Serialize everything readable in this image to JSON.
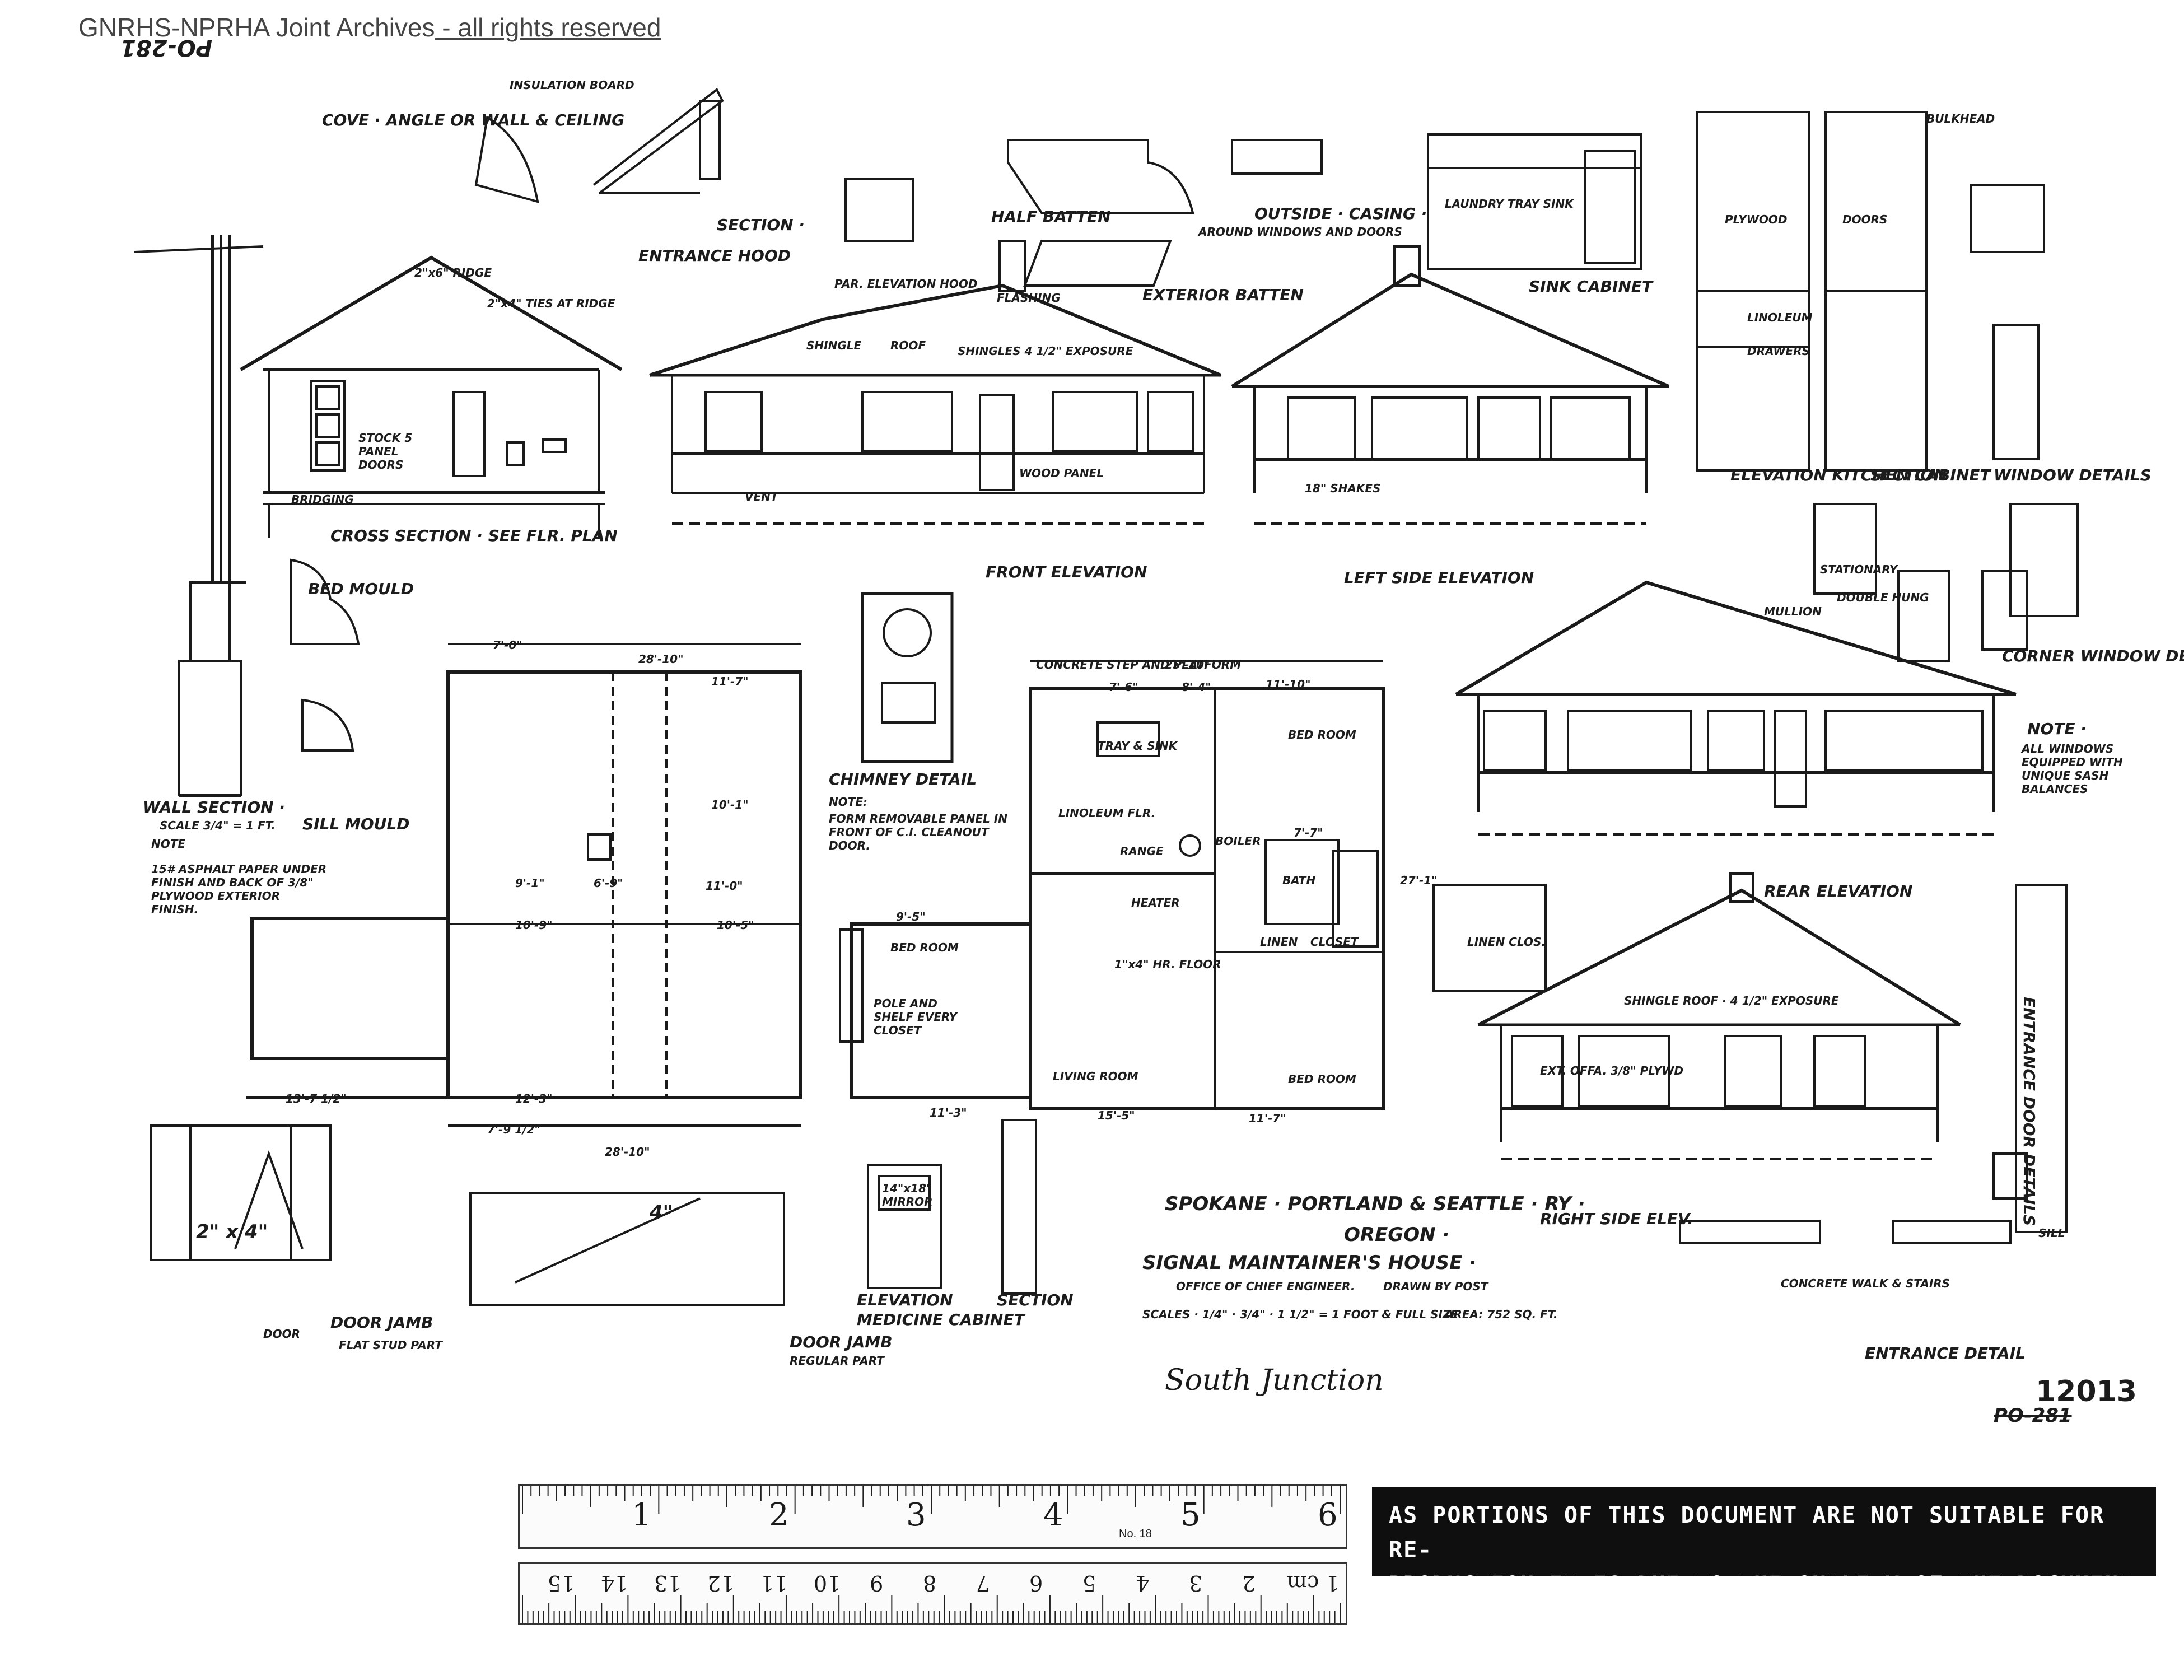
{
  "watermark": {
    "org": "GNRHS-NPRHA Joint Archives",
    "rights": " - all rights reserved"
  },
  "corner_ref": "PO-281",
  "title_block": {
    "railway": "SPOKANE · PORTLAND & SEATTLE · RY ·",
    "place": "OREGON ·",
    "building": "SIGNAL MAINTAINER'S HOUSE ·",
    "office": "OFFICE OF CHIEF ENGINEER.",
    "drawn": "DRAWN BY POST",
    "scales": "SCALES · 1/4\" · 3/4\" · 1 1/2\" = 1 FOOT & FULL SIZE",
    "area": "AREA: 752 SQ. FT."
  },
  "location_handwritten": "South Junction",
  "drawing_number": "12013",
  "old_number": "PO-281",
  "stamp_text": [
    "AS PORTIONS OF THIS DOCUMENT ARE NOT SUITABLE FOR RE-",
    "PRODUCTION IT IS DUE TO THE QUALITY OF THE DOCUMENT"
  ],
  "ruler": {
    "inch_labels": [
      "1",
      "2",
      "3",
      "4",
      "5",
      "6"
    ],
    "cm_labels": [
      "1 cm",
      "2",
      "3",
      "4",
      "5",
      "6",
      "7",
      "8",
      "9",
      "10",
      "11",
      "12",
      "13",
      "14",
      "15"
    ],
    "model": "No. 18"
  },
  "views": {
    "cross_section": "CROSS SECTION · SEE FLR. PLAN",
    "front_elevation": "FRONT ELEVATION",
    "left_side_elevation": "LEFT SIDE ELEVATION",
    "rear_elevation": "REAR ELEVATION",
    "right_side_elevation": "RIGHT SIDE ELEV.",
    "entrance_hood": "ENTRANCE HOOD",
    "section": "SECTION ·",
    "half_batten": "HALF BATTEN",
    "exterior_batten": "EXTERIOR BATTEN",
    "outside_casing": "OUTSIDE · CASING ·",
    "outside_casing_note": "AROUND WINDOWS AND DOORS",
    "par_elevation_hood": "PAR. ELEVATION HOOD",
    "sink_cabinet": "SINK CABINET",
    "laundry_tray": "LAUNDRY TRAY  SINK",
    "elevation_kitchen_cabinet": "ELEVATION KITCHEN CABINET",
    "section_cab": "SECTION",
    "window_details": "WINDOW DETAILS",
    "corner_window_details": "CORNER WINDOW DETAILS",
    "cove": "COVE · ANGLE OR WALL & CEILING",
    "bed_mould": "BED MOULD",
    "sill_mould": "SILL MOULD",
    "wall_section": "WALL SECTION ·",
    "wall_section_scale": "SCALE 3/4\" = 1 FT.",
    "chimney_detail": "CHIMNEY DETAIL",
    "door_jamb_flat": "DOOR JAMB",
    "door_jamb_flat_sub": "FLAT STUD PART",
    "door_jamb_reg": "DOOR JAMB",
    "door_jamb_reg_sub": "REGULAR PART",
    "elevation_medicine": "ELEVATION",
    "medicine_cabinet": "MEDICINE CABINET",
    "section_med": "SECTION",
    "entrance_door_details": "ENTRANCE DOOR DETAILS",
    "entrance_detail": "ENTRANCE DETAIL",
    "concrete_walk": "CONCRETE WALK & STAIRS"
  },
  "notes": {
    "wall_note_title": "NOTE",
    "wall_note": "15# ASPHALT PAPER UNDER FINISH AND BACK OF 3/8\" PLYWOOD EXTERIOR FINISH.",
    "chimney_note_title": "NOTE:",
    "chimney_note": "FORM REMOVABLE PANEL IN FRONT OF C.I. CLEANOUT DOOR.",
    "windows_note_title": "NOTE ·",
    "windows_note": "ALL WINDOWS EQUIPPED WITH UNIQUE SASH BALANCES"
  },
  "rooms": [
    "BED ROOM",
    "BED ROOM",
    "BED ROOM",
    "LIVING ROOM",
    "LINEN",
    "CLOSET",
    "BATH",
    "LINOLEUM FLR.",
    "TRAY & SINK",
    "RANGE",
    "HEATER",
    "BOILER",
    "1\"x4\" HR. FLOOR",
    "LINEN CLOS.",
    "POLE AND SHELF EVERY CLOSET",
    "CONCRETE STEP AND PLATFORM"
  ],
  "labels": [
    "SHINGLE",
    "ROOF",
    "SHINGLES 4 1/2\" EXPOSURE",
    "FLASHING",
    "VENT",
    "WOOD PANEL",
    "SHINGLE ROOF · 4 1/2\" EXPOSURE",
    "EXT. OFFA. 3/8\" PLYWD",
    "18\" SHAKES",
    "SILL",
    "14\"x18\" MIRROR",
    "DOOR",
    "2\" x 4\"",
    "4\"",
    "STOCK 5 PANEL DOORS",
    "INSULATION BOARD",
    "BRIDGING",
    "2\"x6\" RIDGE",
    "2\"x4\" TIES AT RIDGE",
    "STATIONARY",
    "DOUBLE HUNG",
    "MULLION",
    "PLYWOOD",
    "DOORS",
    "DRAWERS",
    "LINOLEUM",
    "BULKHEAD"
  ],
  "dims": [
    "7'-0\"",
    "28'-10\"",
    "11'-7\"",
    "10'-1\"",
    "11'-0\"",
    "9'-1\"",
    "6'-9\"",
    "10'-9\"",
    "10'-5\"",
    "13'-7 1/2\"",
    "12'-3\"",
    "7'-9 1/2\"",
    "28'-10\"",
    "25'-10\"",
    "11'-10\"",
    "7'-6\"",
    "8'-4\"",
    "7'-7\"",
    "11'-3\"",
    "9'-5\"",
    "11'-7\"",
    "15'-5\"",
    "27'-1\""
  ]
}
